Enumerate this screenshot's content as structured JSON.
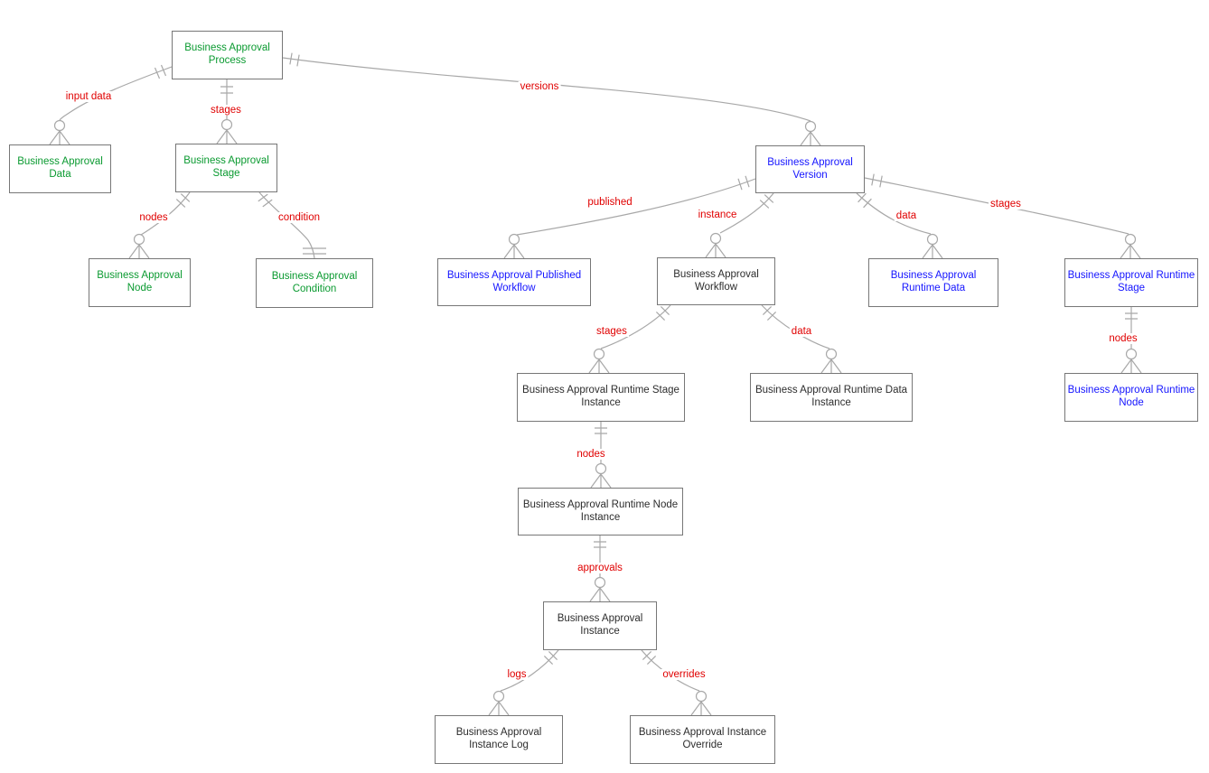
{
  "diagram": {
    "type": "entity-relationship",
    "colors": {
      "entity_green": "#0a9a30",
      "entity_blue": "#1414ff",
      "entity_black": "#2d2d2d",
      "relationship_label_red": "#e00000",
      "edge_line": "#a8a8a8",
      "box_border": "#777777",
      "box_fill": "#ffffff"
    },
    "entities": [
      {
        "id": "process",
        "label": "Business Approval Process",
        "color": "green"
      },
      {
        "id": "data",
        "label": "Business Approval Data",
        "color": "green"
      },
      {
        "id": "stage",
        "label": "Business Approval Stage",
        "color": "green"
      },
      {
        "id": "node",
        "label": "Business Approval Node",
        "color": "green"
      },
      {
        "id": "condition",
        "label": "Business Approval Condition",
        "color": "green"
      },
      {
        "id": "version",
        "label": "Business Approval Version",
        "color": "blue"
      },
      {
        "id": "published-workflow",
        "label": "Business Approval Published Workflow",
        "color": "blue"
      },
      {
        "id": "workflow",
        "label": "Business Approval Workflow",
        "color": "black"
      },
      {
        "id": "runtime-data",
        "label": "Business Approval Runtime Data",
        "color": "blue"
      },
      {
        "id": "runtime-stage",
        "label": "Business Approval Runtime Stage",
        "color": "blue"
      },
      {
        "id": "runtime-stage-instance",
        "label": "Business Approval Runtime Stage Instance",
        "color": "black"
      },
      {
        "id": "runtime-data-instance",
        "label": "Business Approval Runtime Data Instance",
        "color": "black"
      },
      {
        "id": "runtime-node",
        "label": "Business Approval Runtime Node",
        "color": "blue"
      },
      {
        "id": "runtime-node-instance",
        "label": "Business Approval Runtime Node Instance",
        "color": "black"
      },
      {
        "id": "instance",
        "label": "Business Approval Instance",
        "color": "black"
      },
      {
        "id": "instance-log",
        "label": "Business Approval Instance Log",
        "color": "black"
      },
      {
        "id": "instance-override",
        "label": "Business Approval Instance Override",
        "color": "black"
      }
    ],
    "relationships": [
      {
        "from": "process",
        "to": "data",
        "label": "input data",
        "cardinality": "one-to-zero-or-many"
      },
      {
        "from": "process",
        "to": "stage",
        "label": "stages",
        "cardinality": "one-to-zero-or-many"
      },
      {
        "from": "process",
        "to": "version",
        "label": "versions",
        "cardinality": "one-to-zero-or-many"
      },
      {
        "from": "stage",
        "to": "node",
        "label": "nodes",
        "cardinality": "one-to-zero-or-many"
      },
      {
        "from": "stage",
        "to": "condition",
        "label": "condition",
        "cardinality": "one-to-one"
      },
      {
        "from": "version",
        "to": "published-workflow",
        "label": "published",
        "cardinality": "one-to-zero-or-many"
      },
      {
        "from": "version",
        "to": "workflow",
        "label": "instance",
        "cardinality": "one-to-zero-or-many"
      },
      {
        "from": "version",
        "to": "runtime-data",
        "label": "data",
        "cardinality": "one-to-zero-or-many"
      },
      {
        "from": "version",
        "to": "runtime-stage",
        "label": "stages",
        "cardinality": "one-to-zero-or-many"
      },
      {
        "from": "workflow",
        "to": "runtime-stage-instance",
        "label": "stages",
        "cardinality": "one-to-zero-or-many"
      },
      {
        "from": "workflow",
        "to": "runtime-data-instance",
        "label": "data",
        "cardinality": "one-to-zero-or-many"
      },
      {
        "from": "runtime-stage",
        "to": "runtime-node",
        "label": "nodes",
        "cardinality": "one-to-zero-or-many"
      },
      {
        "from": "runtime-stage-instance",
        "to": "runtime-node-instance",
        "label": "nodes",
        "cardinality": "one-to-zero-or-many"
      },
      {
        "from": "runtime-node-instance",
        "to": "instance",
        "label": "approvals",
        "cardinality": "one-to-zero-or-many"
      },
      {
        "from": "instance",
        "to": "instance-log",
        "label": "logs",
        "cardinality": "one-to-zero-or-many"
      },
      {
        "from": "instance",
        "to": "instance-override",
        "label": "overrides",
        "cardinality": "one-to-zero-or-many"
      }
    ]
  }
}
